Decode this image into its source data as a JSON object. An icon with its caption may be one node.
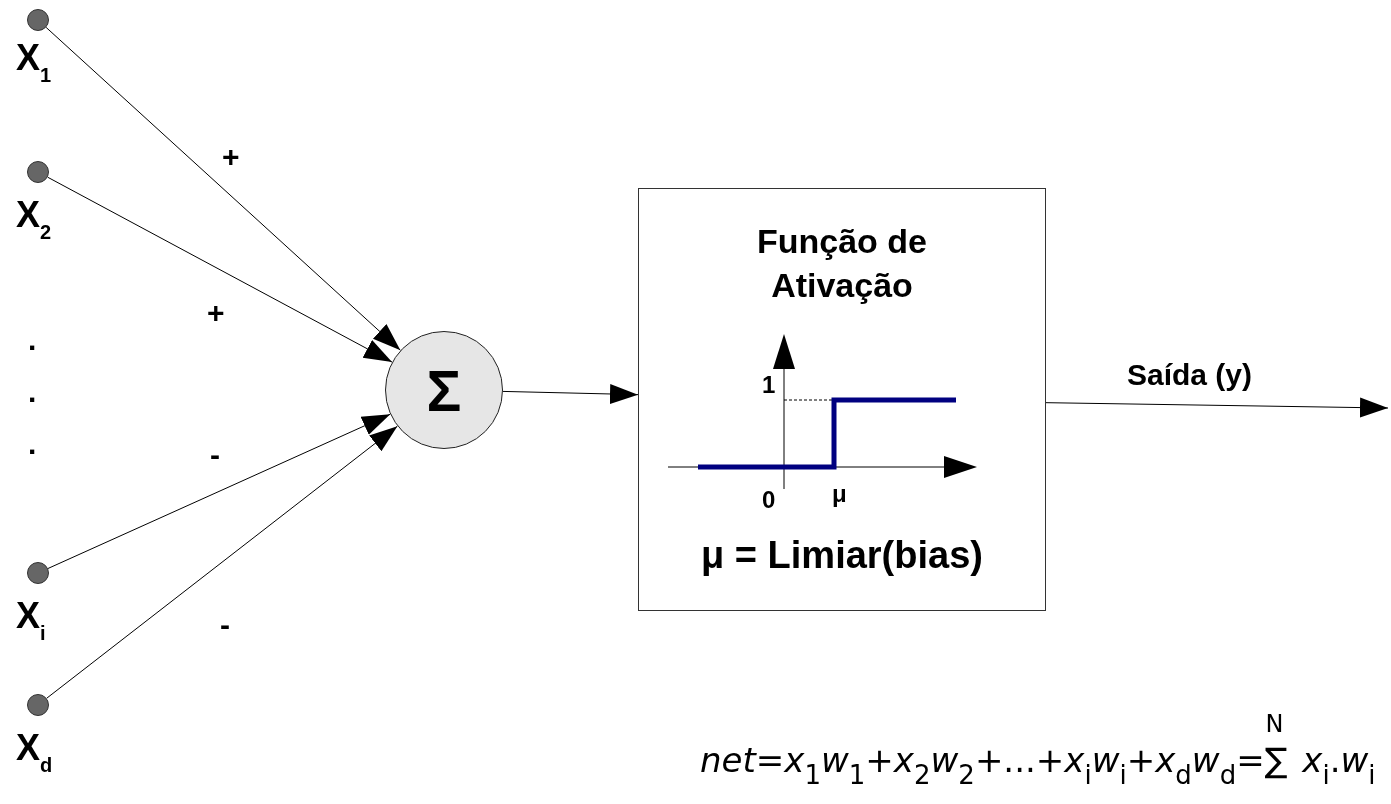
{
  "diagram": {
    "nodes": [
      {
        "text": [],
        "shape": "circle",
        "beside": [
          "X$_{1}$"
        ]
      },
      {
        "text": [],
        "shape": "circle",
        "beside": [
          "X$_{2}$"
        ]
      },
      {
        "text": [],
        "shape": "circle",
        "beside": [
          "X$_{i}$"
        ]
      },
      {
        "text": [],
        "shape": "circle",
        "beside": [
          "X$_{d}$"
        ]
      },
      {
        "text": [
          "Σ"
        ]
      },
      {
        "text": [
          "Função de Ativação",
          "μ = Limiar(bias)"
        ]
      }
    ],
    "edges": [
      {
        "from": 0,
        "to": 4,
        "arrow": "to",
        "label": "+"
      },
      {
        "from": 1,
        "to": 4,
        "arrow": "to",
        "label": "+"
      },
      {
        "from": 2,
        "to": 4,
        "arrow": "to",
        "label": "-"
      },
      {
        "from": 3,
        "to": 4,
        "arrow": "to",
        "label": "-"
      },
      {
        "from": 4,
        "to": 5,
        "arrow": "to"
      },
      {
        "from": 5,
        "to": null,
        "arrow": "to",
        "label": "Saída (y)"
      }
    ],
    "labels": [
      ".",
      ".",
      ".",
      "1",
      "0",
      "μ",
      "*net*=*x*$_{1}$*w*$_{1}$+*x*$_{2}$*w*$_{2}$+...+*x*$_{i}$*w*$_{i}$+*x*$_{d}$*w*$_{d}$=∑$^{N}$ *x*$_{i}$.*w*$_{i}$"
    ]
  }
}
